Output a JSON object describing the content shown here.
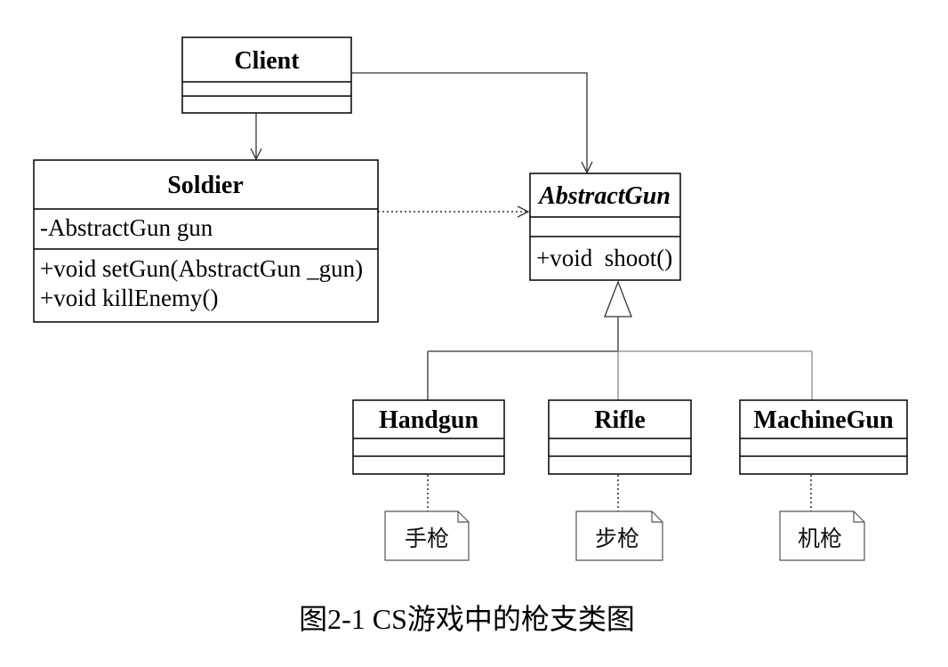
{
  "classes": {
    "client": {
      "name": "Client"
    },
    "soldier": {
      "name": "Soldier",
      "attributes": [
        "-AbstractGun gun"
      ],
      "methods": [
        "+void setGun(AbstractGun _gun)",
        "+void killEnemy()"
      ]
    },
    "abstract_gun": {
      "name": "AbstractGun",
      "methods": [
        "+void  shoot()"
      ]
    },
    "handgun": {
      "name": "Handgun"
    },
    "rifle": {
      "name": "Rifle"
    },
    "machine_gun": {
      "name": "MachineGun"
    }
  },
  "notes": {
    "handgun": "手枪",
    "rifle": "步枪",
    "machine_gun": "机枪"
  },
  "caption": "图2-1 CS游戏中的枪支类图"
}
